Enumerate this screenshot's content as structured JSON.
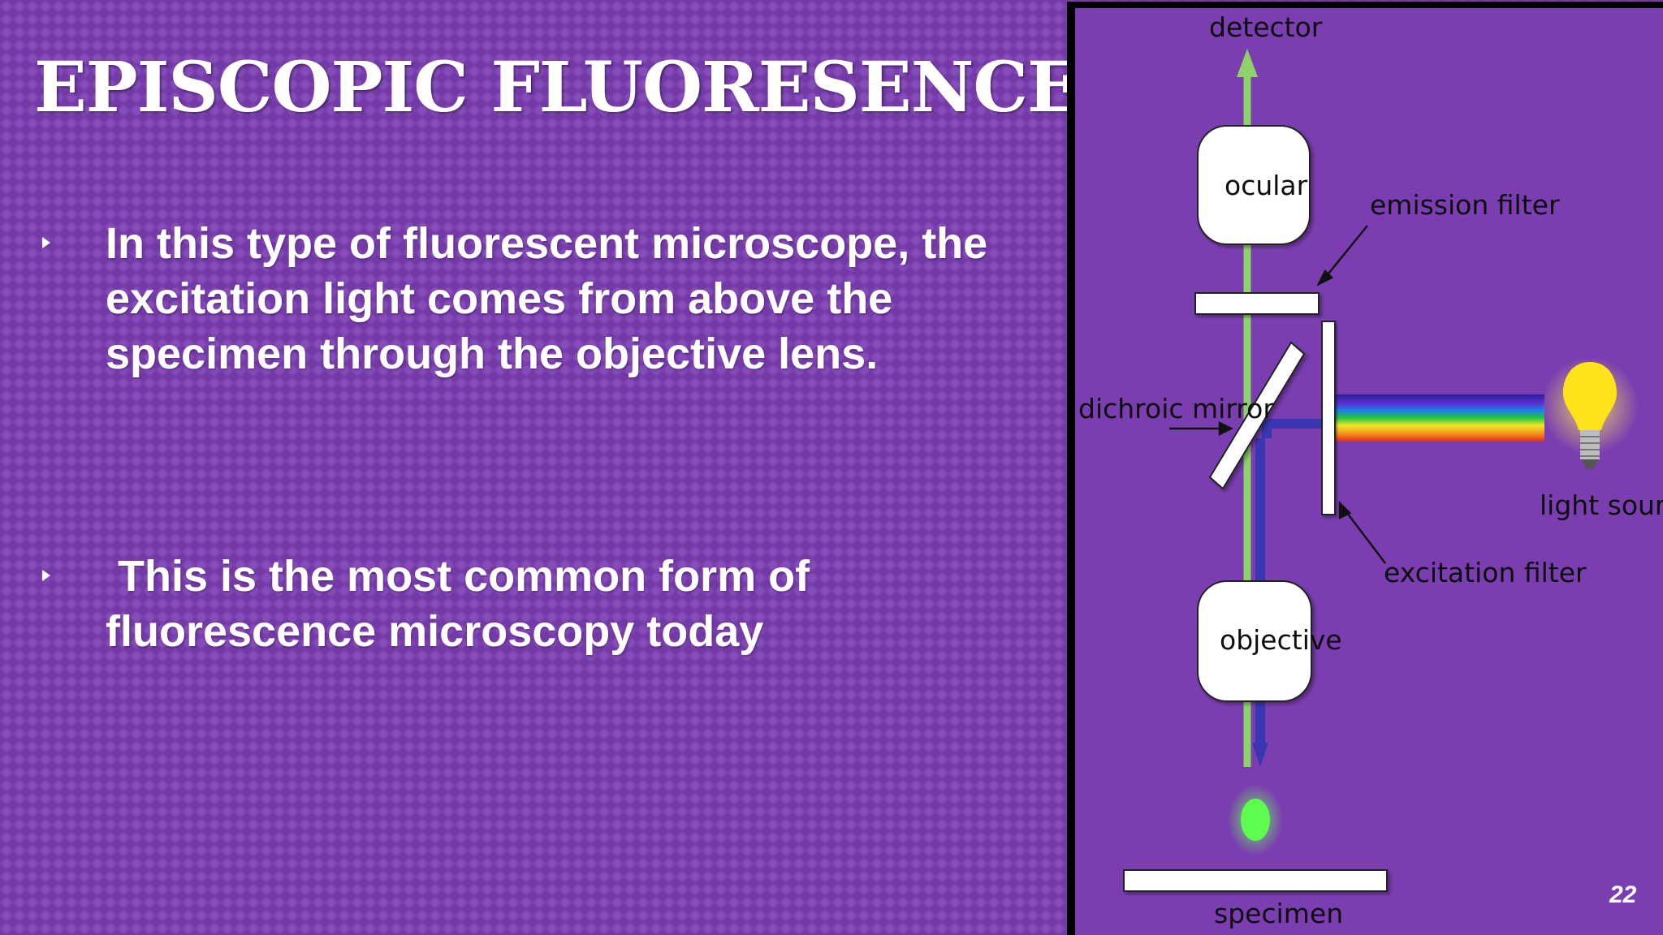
{
  "slide": {
    "title": "EPISCOPIC FLUORESENCE",
    "page_number": "22",
    "bullets": [
      {
        "lines": [
          "In this type of fluorescent microscope, the",
          "excitation light comes from above the",
          "specimen through the objective lens."
        ]
      },
      {
        "lines": [
          " This is the most common form of",
          "fluorescence microscopy today"
        ]
      }
    ]
  },
  "diagram": {
    "labels": {
      "detector": "detector",
      "ocular": "ocular",
      "emission_filter": "emission filter",
      "dichroic_mirror": "dichroic mirror",
      "light_source": "light source",
      "excitation_filter": "excitation filter",
      "objective": "objective",
      "specimen": "specimen"
    },
    "colors": {
      "emission_light": "#8fd16a",
      "excitation_light": "#3a35b0",
      "specimen_glow": "#5dfc4f",
      "bulb": "#ffe31a"
    }
  },
  "colors": {
    "background": "#7a3eb0",
    "text": "#ffffff"
  }
}
